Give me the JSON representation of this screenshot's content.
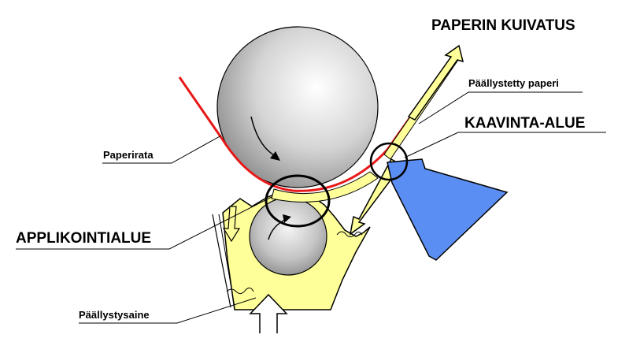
{
  "labels": {
    "paper_drying": "PAPERIN  KUIVATUS",
    "coated_paper": "Päällystetty paperi",
    "scraping_zone": "KAAVINTA-ALUE",
    "paper_web": "Paperirata",
    "application_zone": "APPLIKOINTIALUE",
    "coating_material": "Päällystysaine"
  },
  "colors": {
    "paper_web": "#e81818",
    "coating": "#ffff99",
    "blade": "#5b8ef2",
    "roll": "#c8c8c8",
    "outline": "#000000"
  }
}
